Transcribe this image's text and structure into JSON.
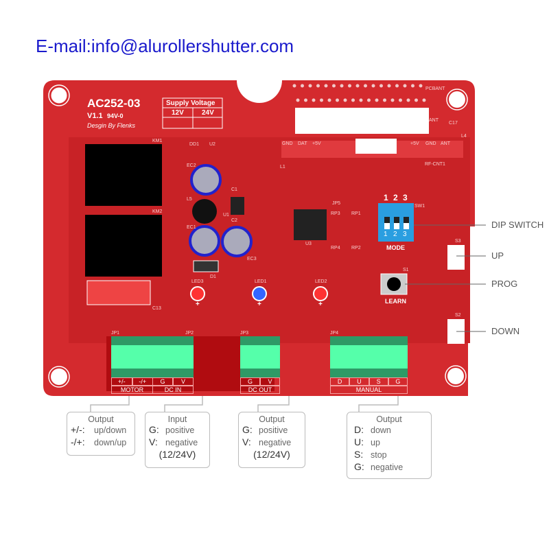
{
  "header": {
    "email": "E-mail:info@alurollershutter.com"
  },
  "board": {
    "model": "AC252-03",
    "version": "V1.1",
    "ul_mark": "94V-0",
    "designer": "Desgin By Flenks",
    "supply_voltage": {
      "title": "Supply Voltage",
      "options": [
        "12V",
        "24V"
      ]
    },
    "colors": {
      "pcb": "#d42a2e",
      "pcb_dark": "#b00c10",
      "terminal": "#55ffaa",
      "terminal_dark": "#2e9a66",
      "dip": "#2a9ee0"
    },
    "labels": {
      "km1": "KM1",
      "km2": "KM2",
      "dd1": "DD1",
      "u2": "U2",
      "ec2": "EC2",
      "l5": "L5",
      "ec1": "EC1",
      "ec3": "EC3",
      "u1": "U1",
      "c1": "C1",
      "c2": "C2",
      "d1": "D1",
      "led3": "LED3",
      "led1": "LED1",
      "led2": "LED2",
      "c13": "C13",
      "l1": "L1",
      "u3": "U3",
      "rp1": "RP1",
      "rp3": "RP3",
      "rp4": "RP4",
      "rp2": "RP2",
      "jp5": "JP5",
      "sw1": "SW1",
      "s1": "S1",
      "s2": "S2",
      "s3": "S3",
      "pcbant": "PCBANT",
      "ant": "ANT",
      "c17": "C17",
      "l4": "L4",
      "rfcnt": "RF-CNT1",
      "gnd": "GND",
      "dat": "DAT",
      "p5v": "+5V",
      "plus": "+"
    },
    "dip": {
      "top_numbers": [
        "1",
        "2",
        "3"
      ],
      "bottom_numbers": [
        "1",
        "2",
        "3"
      ],
      "label": "MODE"
    },
    "learn_label": "LEARN",
    "terminals": [
      {
        "id": "JP1",
        "pins": [
          "+/-",
          "-/+"
        ],
        "group": "MOTOR"
      },
      {
        "id": "JP2",
        "pins": [
          "G",
          "V"
        ],
        "group": "DC  IN"
      },
      {
        "id": "JP3",
        "pins": [
          "G",
          "V"
        ],
        "group": "DC  OUT"
      },
      {
        "id": "JP4",
        "pins": [
          "D",
          "U",
          "S",
          "G"
        ],
        "group": "MANUAL"
      }
    ]
  },
  "callouts": {
    "dip": "DIP SWITCH",
    "up": "UP",
    "prog": "PROG",
    "down": "DOWN"
  },
  "legend": [
    {
      "title": "Output",
      "rows": [
        [
          "+/-:",
          "up/down"
        ],
        [
          "-/+:",
          "down/up"
        ]
      ]
    },
    {
      "title": "Input",
      "rows": [
        [
          "G:",
          "positive"
        ],
        [
          "V:",
          "negative"
        ]
      ],
      "note": "(12/24V)"
    },
    {
      "title": "Output",
      "rows": [
        [
          "G:",
          "positive"
        ],
        [
          "V:",
          "negative"
        ]
      ],
      "note": "(12/24V)"
    },
    {
      "title": "Output",
      "rows": [
        [
          "D:",
          "down"
        ],
        [
          "U:",
          "up"
        ],
        [
          "S:",
          "stop"
        ],
        [
          "G:",
          "negative"
        ]
      ]
    }
  ]
}
